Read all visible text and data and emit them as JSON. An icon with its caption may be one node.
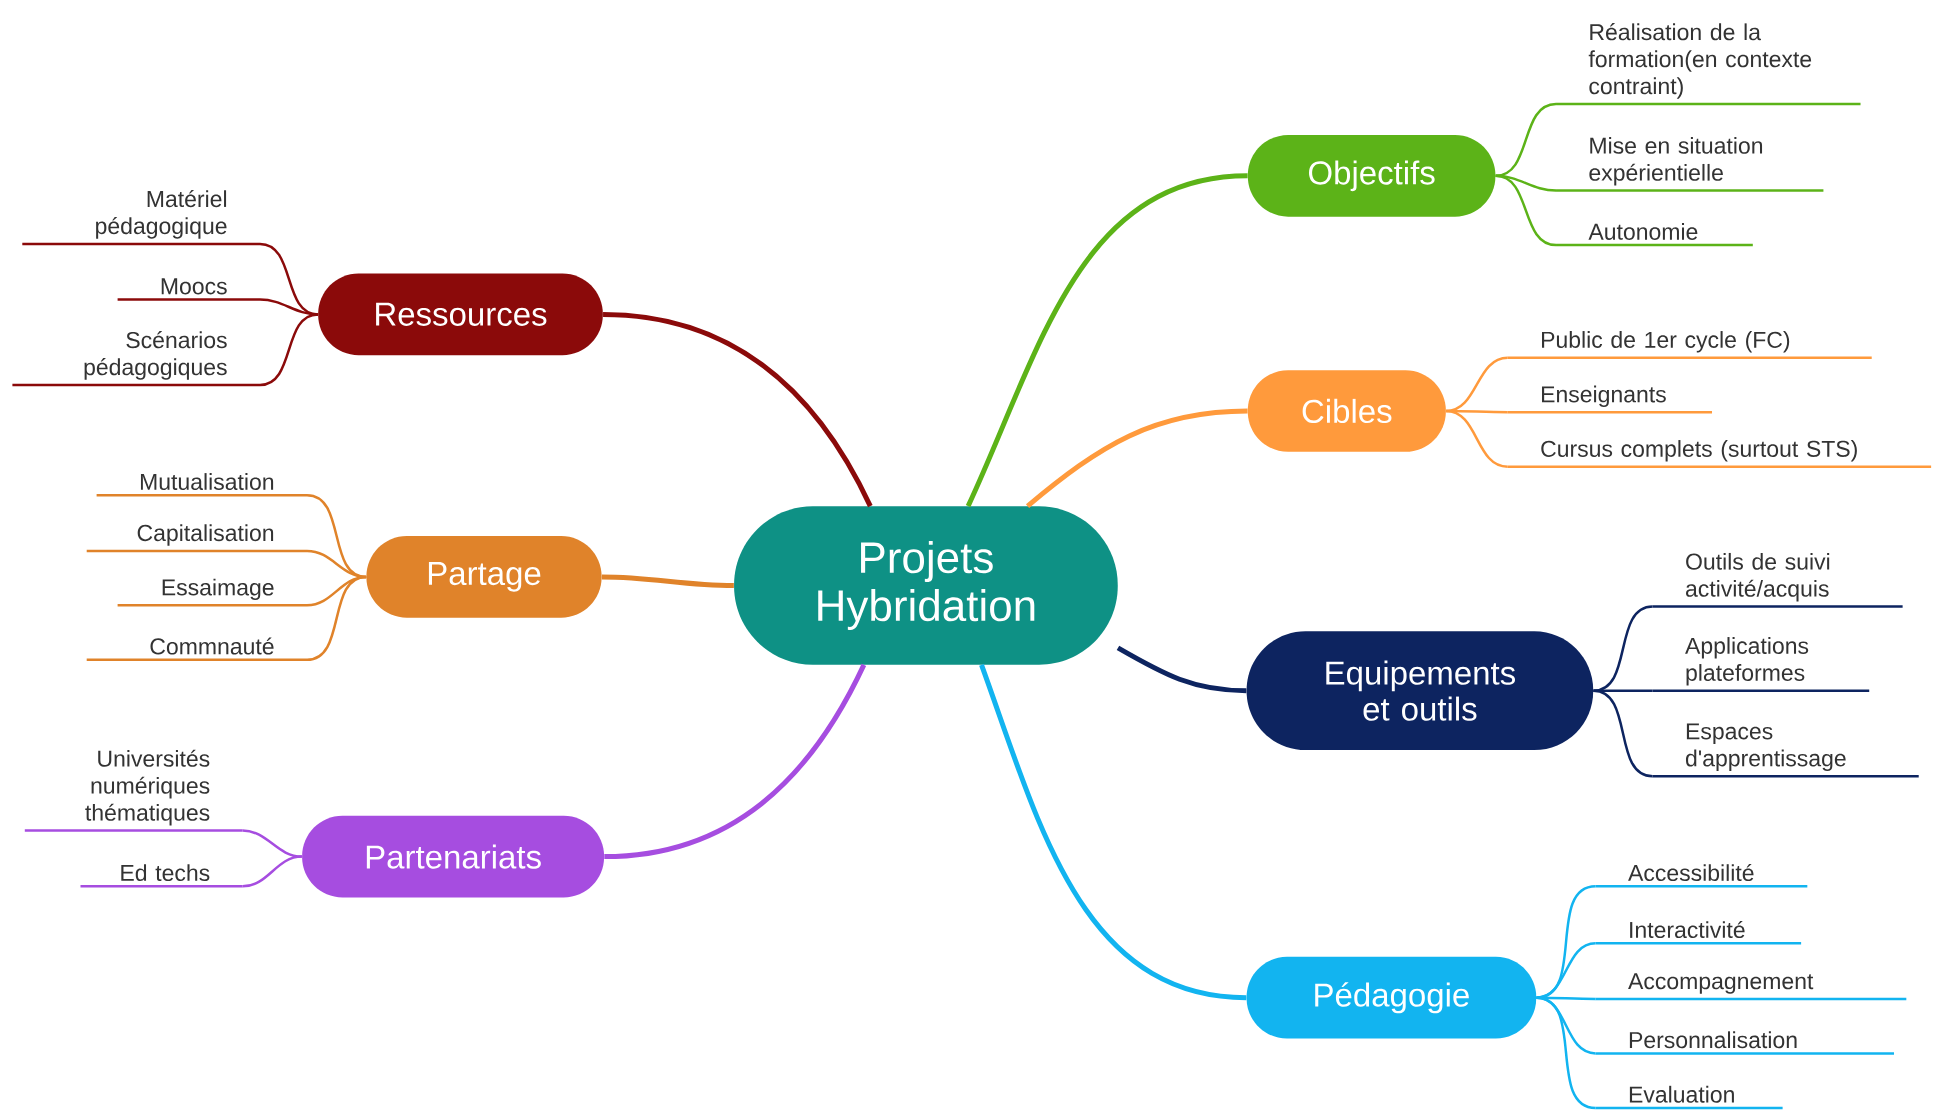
{
  "diagram": {
    "nodes": [
      {
        "text": [
          "Projets Hybridation"
        ]
      },
      {
        "text": [
          "Ressources"
        ]
      },
      {
        "text": [
          "Matériel pédagogique"
        ]
      },
      {
        "text": [
          "Moocs"
        ]
      },
      {
        "text": [
          "Scénarios pédagogiques"
        ]
      },
      {
        "text": [
          "Partage"
        ]
      },
      {
        "text": [
          "Mutualisation"
        ]
      },
      {
        "text": [
          "Capitalisation"
        ]
      },
      {
        "text": [
          "Essaimage"
        ]
      },
      {
        "text": [
          "Commnauté"
        ]
      },
      {
        "text": [
          "Partenariats"
        ]
      },
      {
        "text": [
          "Universités numériques thématiques"
        ]
      },
      {
        "text": [
          "Ed techs"
        ]
      },
      {
        "text": [
          "Objectifs"
        ]
      },
      {
        "text": [
          "Réalisation de la formation(en contexte contraint)"
        ]
      },
      {
        "text": [
          "Mise en situation expérientielle"
        ]
      },
      {
        "text": [
          "Autonomie"
        ]
      },
      {
        "text": [
          "Cibles"
        ]
      },
      {
        "text": [
          "Public de 1er cycle (FC)"
        ]
      },
      {
        "text": [
          "Enseignants"
        ]
      },
      {
        "text": [
          "Cursus complets (surtout STS)"
        ]
      },
      {
        "text": [
          "Equipements et outils"
        ]
      },
      {
        "text": [
          "Outils de suivi activité/acquis"
        ]
      },
      {
        "text": [
          "Applications plateformes"
        ]
      },
      {
        "text": [
          "Espaces d'apprentissage"
        ]
      },
      {
        "text": [
          "Pédagogie"
        ]
      },
      {
        "text": [
          "Accessibilité"
        ]
      },
      {
        "text": [
          "Interactivité"
        ]
      },
      {
        "text": [
          "Accompagnement"
        ]
      },
      {
        "text": [
          "Personnalisation"
        ]
      },
      {
        "text": [
          "Evaluation"
        ]
      }
    ],
    "edges": [
      {
        "from": 0,
        "to": 1,
        "arrow": "none",
        "color": "#8b0a0a"
      },
      {
        "from": 0,
        "to": 5,
        "arrow": "none",
        "color": "#e0832a"
      },
      {
        "from": 0,
        "to": 10,
        "arrow": "none",
        "color": "#a64de0"
      },
      {
        "from": 0,
        "to": 13,
        "arrow": "none",
        "color": "#5cb318"
      },
      {
        "from": 0,
        "to": 17,
        "arrow": "none",
        "color": "#ff9a3c"
      },
      {
        "from": 0,
        "to": 21,
        "arrow": "none",
        "color": "#0d2460"
      },
      {
        "from": 0,
        "to": 25,
        "arrow": "none",
        "color": "#12b4f0"
      },
      {
        "from": 1,
        "to": 2,
        "arrow": "none",
        "color": "#8b0a0a"
      },
      {
        "from": 1,
        "to": 3,
        "arrow": "none",
        "color": "#8b0a0a"
      },
      {
        "from": 1,
        "to": 4,
        "arrow": "none",
        "color": "#8b0a0a"
      },
      {
        "from": 5,
        "to": 6,
        "arrow": "none",
        "color": "#e0832a"
      },
      {
        "from": 5,
        "to": 7,
        "arrow": "none",
        "color": "#e0832a"
      },
      {
        "from": 5,
        "to": 8,
        "arrow": "none",
        "color": "#e0832a"
      },
      {
        "from": 5,
        "to": 9,
        "arrow": "none",
        "color": "#e0832a"
      },
      {
        "from": 10,
        "to": 11,
        "arrow": "none",
        "color": "#a64de0"
      },
      {
        "from": 10,
        "to": 12,
        "arrow": "none",
        "color": "#a64de0"
      },
      {
        "from": 13,
        "to": 14,
        "arrow": "none",
        "color": "#5cb318"
      },
      {
        "from": 13,
        "to": 15,
        "arrow": "none",
        "color": "#5cb318"
      },
      {
        "from": 13,
        "to": 16,
        "arrow": "none",
        "color": "#5cb318"
      },
      {
        "from": 17,
        "to": 18,
        "arrow": "none",
        "color": "#ff9a3c"
      },
      {
        "from": 17,
        "to": 19,
        "arrow": "none",
        "color": "#ff9a3c"
      },
      {
        "from": 17,
        "to": 20,
        "arrow": "none",
        "color": "#ff9a3c"
      },
      {
        "from": 21,
        "to": 22,
        "arrow": "none",
        "color": "#0d2460"
      },
      {
        "from": 21,
        "to": 23,
        "arrow": "none",
        "color": "#0d2460"
      },
      {
        "from": 21,
        "to": 24,
        "arrow": "none",
        "color": "#0d2460"
      },
      {
        "from": 25,
        "to": 26,
        "arrow": "none",
        "color": "#12b4f0"
      },
      {
        "from": 25,
        "to": 27,
        "arrow": "none",
        "color": "#12b4f0"
      },
      {
        "from": 25,
        "to": 28,
        "arrow": "none",
        "color": "#12b4f0"
      },
      {
        "from": 25,
        "to": 29,
        "arrow": "none",
        "color": "#12b4f0"
      },
      {
        "from": 25,
        "to": 30,
        "arrow": "none",
        "color": "#12b4f0"
      }
    ]
  }
}
